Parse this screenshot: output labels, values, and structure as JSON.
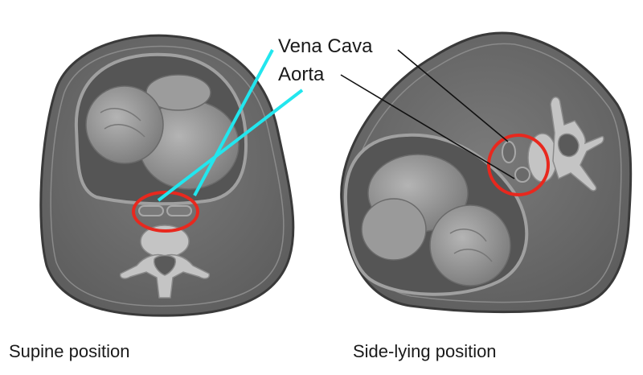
{
  "labels": {
    "vena_cava": "Vena Cava",
    "aorta": "Aorta"
  },
  "captions": {
    "supine": "Supine position",
    "side_lying": "Side-lying position"
  },
  "colors": {
    "body_fill": "#6e6e6e",
    "body_outline": "#3a3a3a",
    "uterus_fill": "#5a5a5a",
    "fetus_fill": "#9a9a9a",
    "bone_fill": "#c4c4c4",
    "highlight_circle": "#e8281e",
    "supine_pointer": "#22e6ee",
    "side_pointer": "#111111"
  },
  "panels": [
    {
      "id": "supine",
      "highlight": "vessels-compressed-under-uterus"
    },
    {
      "id": "side_lying",
      "highlight": "vessels-free-beside-spine"
    }
  ]
}
